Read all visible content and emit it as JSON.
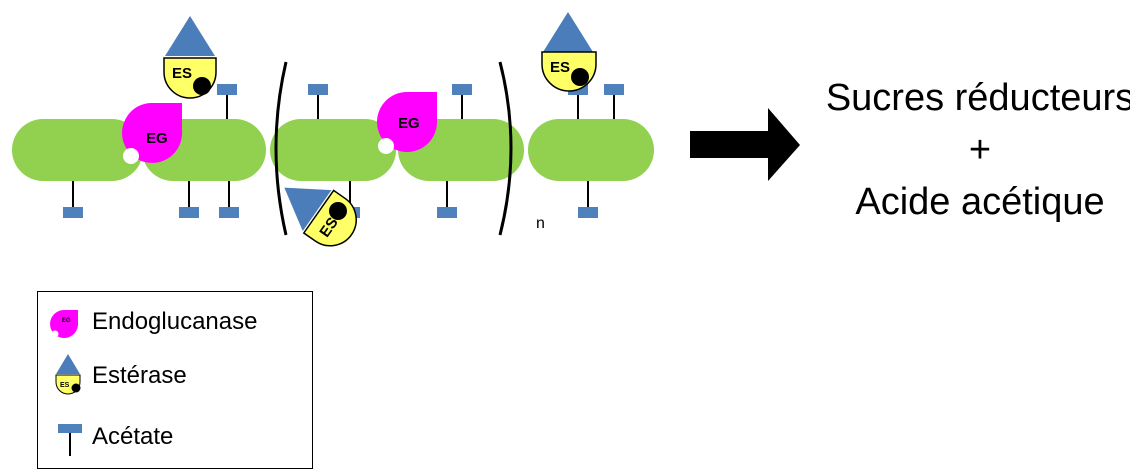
{
  "labels": {
    "endoglucanase_abbr": "EG",
    "esterase_abbr": "ES",
    "repeat_subscript": "n"
  },
  "result": {
    "line1": "Sucres réducteurs",
    "line2": "+",
    "line3": "Acide acétique"
  },
  "legend": {
    "items": [
      {
        "label": "Endoglucanase",
        "icon": "endoglucanase-icon"
      },
      {
        "label": "Estérase",
        "icon": "esterase-icon"
      },
      {
        "label": "Acétate",
        "icon": "acetate-icon"
      }
    ]
  },
  "colors": {
    "sugar_unit": "#92D050",
    "endoglucanase": "#FF00FF",
    "esterase_body": "#FFFF66",
    "esterase_cap": "#4A7DBA",
    "acetate": "#4F81BD",
    "arrow": "#000000"
  }
}
